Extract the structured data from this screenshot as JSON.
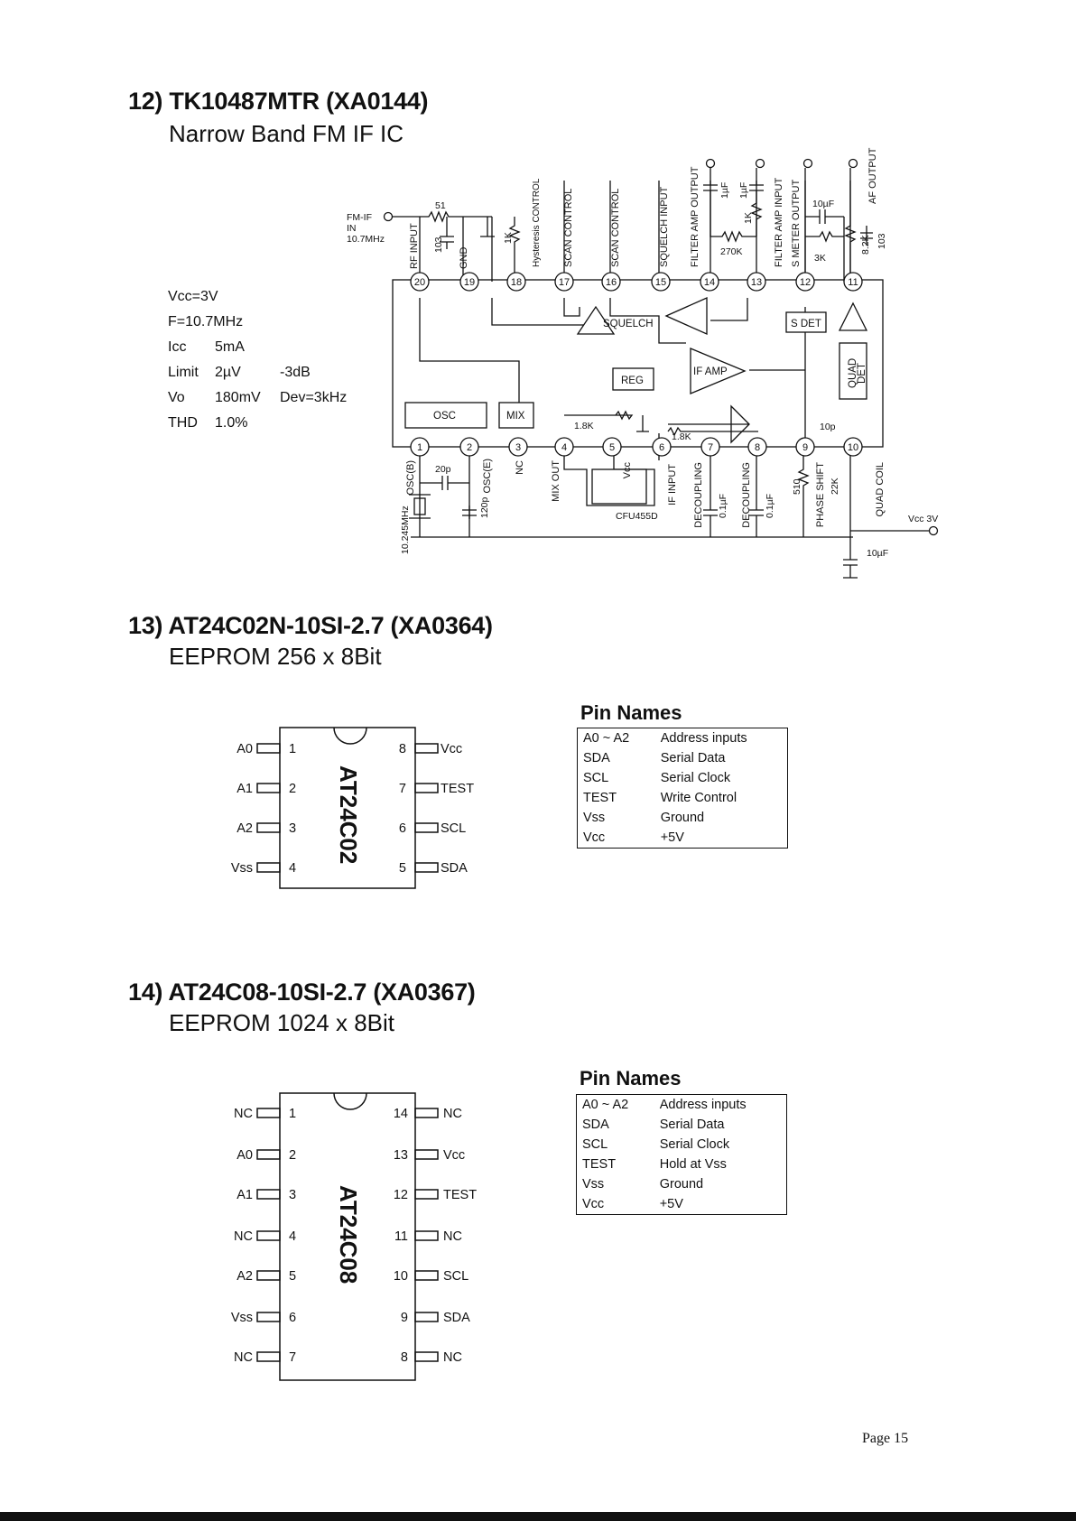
{
  "sections": [
    {
      "title": "12) TK10487MTR  (XA0144)",
      "subtitle": "Narrow Band FM IF IC"
    },
    {
      "title": "13) AT24C02N-10SI-2.7  (XA0364)",
      "subtitle": "EEPROM 256 x 8Bit"
    },
    {
      "title": "14) AT24C08-10SI-2.7  (XA0367)",
      "subtitle": "EEPROM 1024 x 8Bit"
    }
  ],
  "specs": [
    {
      "param": "Vcc=3V",
      "value": "",
      "note": ""
    },
    {
      "param": "F=10.7MHz",
      "value": "",
      "note": ""
    },
    {
      "param": "Icc",
      "value": "5mA",
      "note": ""
    },
    {
      "param": "Limit",
      "value": "2µV",
      "note": "-3dB"
    },
    {
      "param": "Vo",
      "value": "180mV",
      "note": "Dev=3kHz"
    },
    {
      "param": "THD",
      "value": "1.0%",
      "note": ""
    }
  ],
  "circuit": {
    "input_label": [
      "FM-IF",
      "IN",
      "10.7MHz"
    ],
    "top_pins": [
      {
        "num": "20",
        "label": "RF INPUT"
      },
      {
        "num": "19",
        "label": "GND"
      },
      {
        "num": "18",
        "label": "Hysteresis CONTROL"
      },
      {
        "num": "17",
        "label": "SCAN CONTROL"
      },
      {
        "num": "16",
        "label": "SCAN CONTROL"
      },
      {
        "num": "15",
        "label": "SQUELCH INPUT"
      },
      {
        "num": "14",
        "label": "FILTER AMP OUTPUT"
      },
      {
        "num": "13",
        "label": "FILTER AMP INPUT"
      },
      {
        "num": "12",
        "label": "S METER OUTPUT"
      },
      {
        "num": "11",
        "label": "AF OUTPUT"
      }
    ],
    "bottom_pins": [
      {
        "num": "1",
        "label": "OSC(B)"
      },
      {
        "num": "2",
        "label": "OSC(E)"
      },
      {
        "num": "3",
        "label": "NC"
      },
      {
        "num": "4",
        "label": "MIX OUT"
      },
      {
        "num": "5",
        "label": "Vcc"
      },
      {
        "num": "6",
        "label": "IF INPUT"
      },
      {
        "num": "7",
        "label": "DECOUPLING"
      },
      {
        "num": "8",
        "label": "DECOUPLING"
      },
      {
        "num": "9",
        "label": "PHASE SHIFT"
      },
      {
        "num": "10",
        "label": "QUAD COIL"
      }
    ],
    "blocks": {
      "osc": "OSC",
      "mix": "MIX",
      "squelch": "SQUELCH",
      "reg": "REG",
      "if_amp": "IF AMP",
      "s_det": "S DET",
      "quad_det": [
        "QUAD",
        "DET"
      ]
    },
    "components": {
      "r51": "51",
      "c103a": "103",
      "r1k": "1K",
      "c1uf_a": "1µF",
      "c1uf_b": "1µF",
      "r1k_b": "1K",
      "r270k": "270K",
      "c10uf_a": "10µF",
      "r3k": "3K",
      "r82k": "8.2K",
      "c103b": "103",
      "r18k_a": "1.8K",
      "r18k_b": "1.8K",
      "c10p": "10p",
      "c20p": "20p",
      "c120p": "120p",
      "xtal": "10.245MHz",
      "cfu": "CFU455D",
      "c01uf_a": "0.1µF",
      "c01uf_b": "0.1µF",
      "r510": "510",
      "r22k": "22K",
      "vcc3v": "Vcc 3V",
      "c10uf_b": "10µF"
    }
  },
  "eeprom1": {
    "chip_label": "AT24C02",
    "pins_left": [
      {
        "num": "1",
        "name": "A0"
      },
      {
        "num": "2",
        "name": "A1"
      },
      {
        "num": "3",
        "name": "A2"
      },
      {
        "num": "4",
        "name": "Vss"
      }
    ],
    "pins_right": [
      {
        "num": "8",
        "name": "Vcc"
      },
      {
        "num": "7",
        "name": "TEST"
      },
      {
        "num": "6",
        "name": "SCL"
      },
      {
        "num": "5",
        "name": "SDA"
      }
    ],
    "pin_names_title": "Pin Names",
    "pin_names": [
      {
        "pin": "A0 ~ A2",
        "desc": "Address inputs"
      },
      {
        "pin": "SDA",
        "desc": "Serial Data"
      },
      {
        "pin": "SCL",
        "desc": "Serial Clock"
      },
      {
        "pin": "TEST",
        "desc": "Write Control"
      },
      {
        "pin": "Vss",
        "desc": "Ground"
      },
      {
        "pin": "Vcc",
        "desc": "+5V"
      }
    ]
  },
  "eeprom2": {
    "chip_label": "AT24C08",
    "pins_left": [
      {
        "num": "1",
        "name": "NC"
      },
      {
        "num": "2",
        "name": "A0"
      },
      {
        "num": "3",
        "name": "A1"
      },
      {
        "num": "4",
        "name": "NC"
      },
      {
        "num": "5",
        "name": "A2"
      },
      {
        "num": "6",
        "name": "Vss"
      },
      {
        "num": "7",
        "name": "NC"
      }
    ],
    "pins_right": [
      {
        "num": "14",
        "name": "NC"
      },
      {
        "num": "13",
        "name": "Vcc"
      },
      {
        "num": "12",
        "name": "TEST"
      },
      {
        "num": "11",
        "name": "NC"
      },
      {
        "num": "10",
        "name": "SCL"
      },
      {
        "num": "9",
        "name": "SDA"
      },
      {
        "num": "8",
        "name": "NC"
      }
    ],
    "pin_names_title": "Pin Names",
    "pin_names": [
      {
        "pin": "A0 ~ A2",
        "desc": "Address inputs"
      },
      {
        "pin": "SDA",
        "desc": "Serial Data"
      },
      {
        "pin": "SCL",
        "desc": "Serial Clock"
      },
      {
        "pin": "TEST",
        "desc": "Hold at Vss"
      },
      {
        "pin": "Vss",
        "desc": "Ground"
      },
      {
        "pin": "Vcc",
        "desc": "+5V"
      }
    ]
  },
  "page_label": "Page 15"
}
